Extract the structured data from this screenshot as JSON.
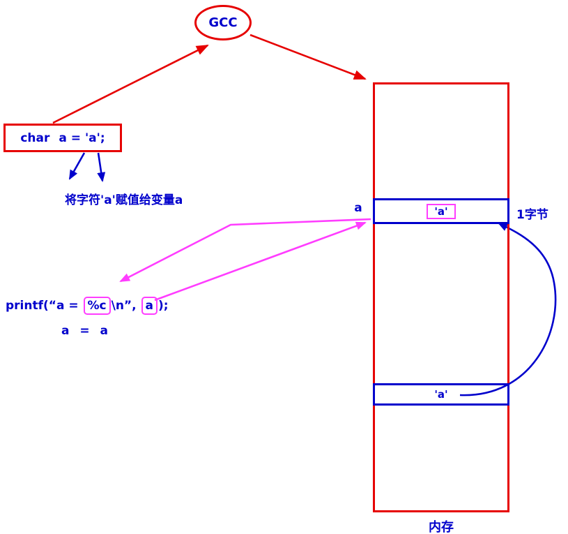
{
  "gcc": {
    "label": "GCC"
  },
  "code": {
    "keyword": "char",
    "body": "a = 'a';"
  },
  "annotation": {
    "text": "将字符'a'赋值给变量a"
  },
  "printf": {
    "prefix": "printf(“a = ",
    "format": "%c",
    "mid": "\\n”, ",
    "arg": "a",
    "suffix": ");"
  },
  "assignment": {
    "text": "a = a"
  },
  "memory": {
    "label": "内存",
    "cell1_var": "a",
    "cell1_value": "'a'",
    "cell1_size": "1字节",
    "cell2_value": "'a'"
  },
  "colors": {
    "red": "#e60000",
    "blue": "#0000cc",
    "magenta": "#ff3dff"
  }
}
